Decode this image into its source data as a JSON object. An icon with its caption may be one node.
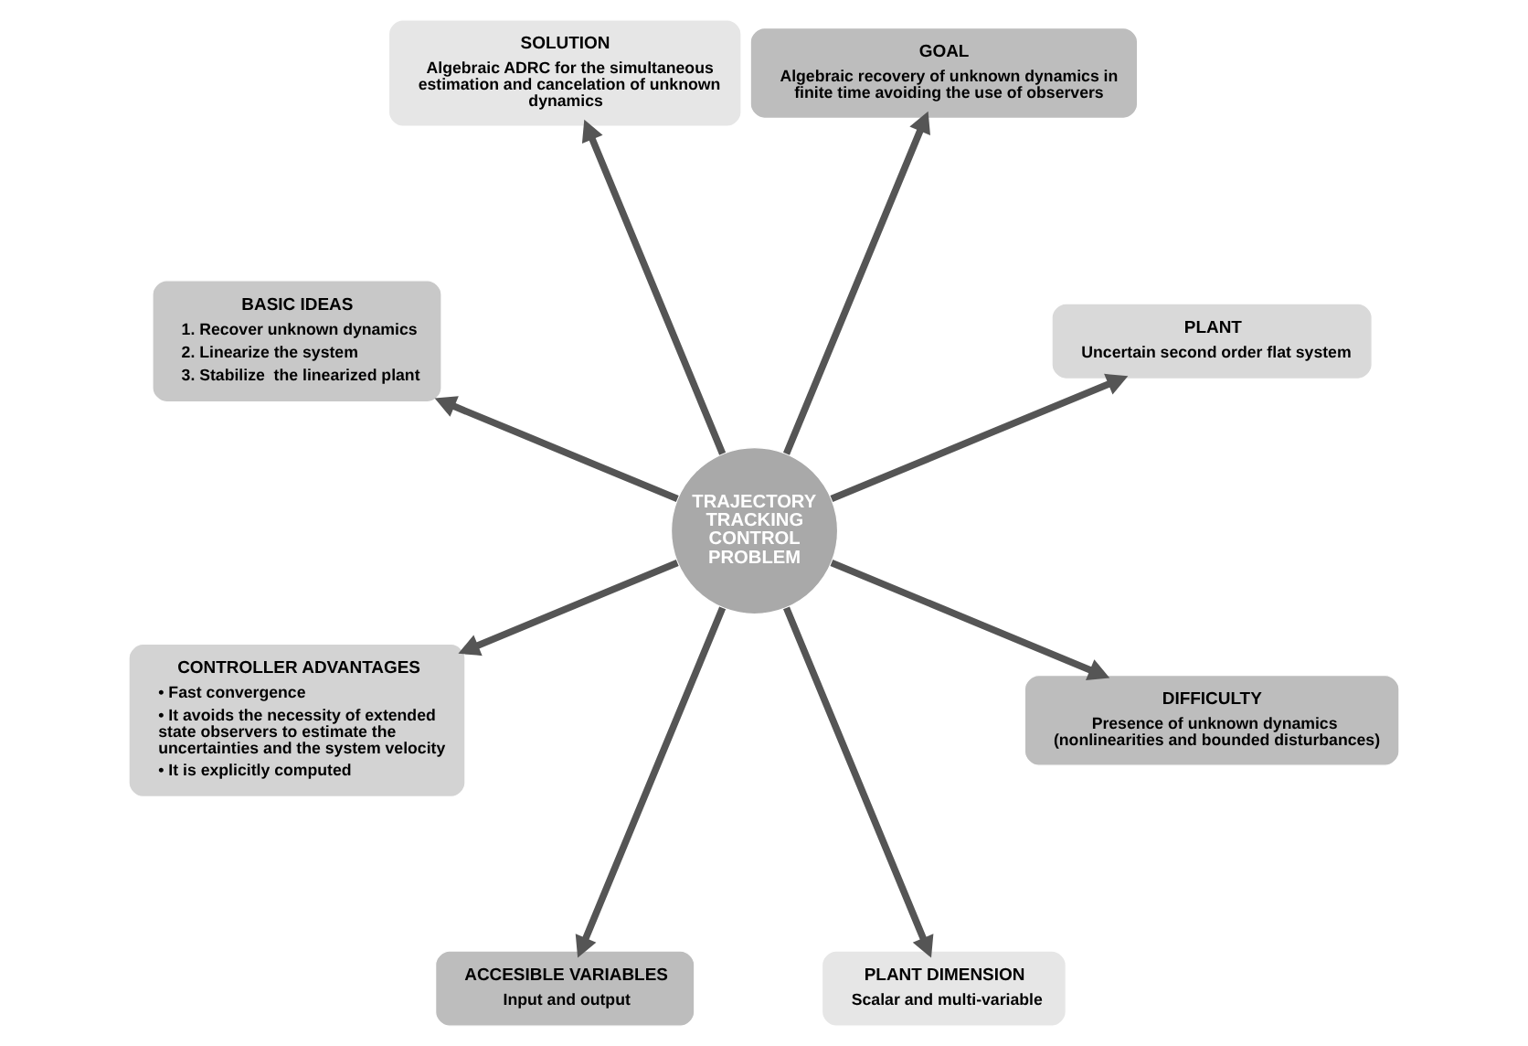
{
  "diagram": {
    "nodes": [
      {
        "text": [
          "TRAJECTORY TRACKING CONTROL PROBLEM"
        ]
      },
      {
        "text": [
          "PLANT",
          "Uncertain second order flat system"
        ]
      },
      {
        "text": [
          "GOAL",
          "Algebraic recovery of unknown dynamics in finite time avoiding the use of observers"
        ]
      },
      {
        "text": [
          "SOLUTION",
          "Algebraic ADRC for the simultaneous estimation and cancelation of unknown dynamics"
        ]
      },
      {
        "text": [
          "BASIC IDEAS",
          "1. Recover unknown dynamics",
          "2. Linearize the system",
          "3. Stabilize  the linearized plant"
        ]
      },
      {
        "text": [
          "CONTROLLER ADVANTAGES",
          "• Fast convergence",
          "• It avoids the necessity of extended state observers to estimate the uncertainties and the system velocity",
          "• It is explicitly computed"
        ]
      },
      {
        "text": [
          "ACCESIBLE VARIABLES",
          "Input and output"
        ]
      },
      {
        "text": [
          "PLANT DIMENSION",
          "Scalar and multi-variable"
        ]
      },
      {
        "text": [
          "DIFFICULTY",
          "Presence of unknown dynamics (nonlinearities and bounded disturbances)"
        ]
      }
    ],
    "edges": [
      {
        "from": 0,
        "to": 1,
        "arrow": "to"
      },
      {
        "from": 0,
        "to": 2,
        "arrow": "to"
      },
      {
        "from": 0,
        "to": 3,
        "arrow": "to"
      },
      {
        "from": 0,
        "to": 4,
        "arrow": "to"
      },
      {
        "from": 0,
        "to": 5,
        "arrow": "to"
      },
      {
        "from": 0,
        "to": 6,
        "arrow": "to"
      },
      {
        "from": 0,
        "to": 7,
        "arrow": "to"
      },
      {
        "from": 0,
        "to": 8,
        "arrow": "to"
      }
    ]
  }
}
